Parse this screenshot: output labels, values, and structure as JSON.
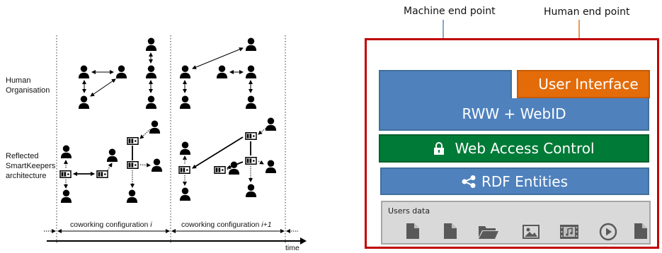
{
  "left": {
    "human_organisation_label": [
      "Human",
      "Organisation"
    ],
    "reflected_label": [
      "Reflected",
      "SmartKeepers",
      "architecture"
    ],
    "config_i_text": "coworking configuration",
    "config_i_var": "i",
    "config_i1_text": "coworking configuration",
    "config_i1_var": "i+1",
    "time_label": "time"
  },
  "right": {
    "machine_end_point": "Machine end point",
    "human_end_point": "Human end point",
    "layers": {
      "user_interface": "User Interface",
      "rww_webid": "RWW + WebID",
      "web_access_control": "Web Access Control",
      "rdf_entities": "RDF Entities"
    },
    "users_data_label": "Users data",
    "users_data_icons": [
      "file-icon",
      "file-icon",
      "folder-icon",
      "image-icon",
      "music-file-icon",
      "play-icon",
      "file-icon"
    ]
  },
  "colors": {
    "blue_layer": "#4f81bd",
    "orange_layer": "#e36c09",
    "green_layer": "#007a37",
    "frame_red": "#c00000",
    "users_bg": "#d9d9d9",
    "machine_arrow": "#4f81bd",
    "human_arrow": "#e36c09"
  }
}
